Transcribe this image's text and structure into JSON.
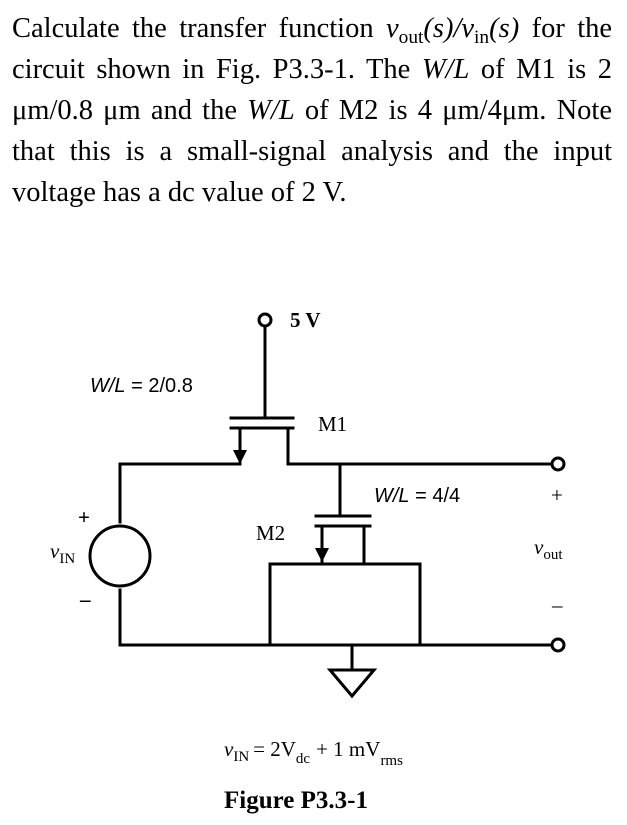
{
  "problem": {
    "lead": "Calculate the transfer function",
    "tf_num_var": "v",
    "tf_num_sub": "out",
    "tf_num_arg": "(s)/",
    "tf_den_var": "v",
    "tf_den_sub": "in",
    "tf_den_arg": "(s)",
    "s1": "for the circuit shown in Fig. P3.3-1. The",
    "wl1_var": "W/L",
    "s2": "of M1 is 2 μm/0.8 μm and the",
    "wl2_var": "W/L",
    "s3": "of M2 is 4 μm/4μm. Note that this is a small-signal analysis and the input voltage has a dc value of 2 V."
  },
  "circuit": {
    "supply_label": "5 V",
    "m1_label": "M1",
    "m2_label": "M2",
    "m1_wl_var": "W/L",
    "m1_wl_val": "= 2/0.8",
    "m2_wl_var": "W/L",
    "m2_wl_val": "= 4/4",
    "vin_var": "v",
    "vin_sub": "IN",
    "vin_plus": "+",
    "vin_minus": "–",
    "vout_var": "v",
    "vout_sub": "out",
    "vout_plus": "+",
    "vout_minus": "–",
    "eq_var": "v",
    "eq_sub": "IN",
    "eq_mid": "= 2V",
    "eq_dc_sub": "dc",
    "eq_plus": "+ 1 mV",
    "eq_rms_sub": "rms",
    "caption": "Figure P3.3-1"
  }
}
